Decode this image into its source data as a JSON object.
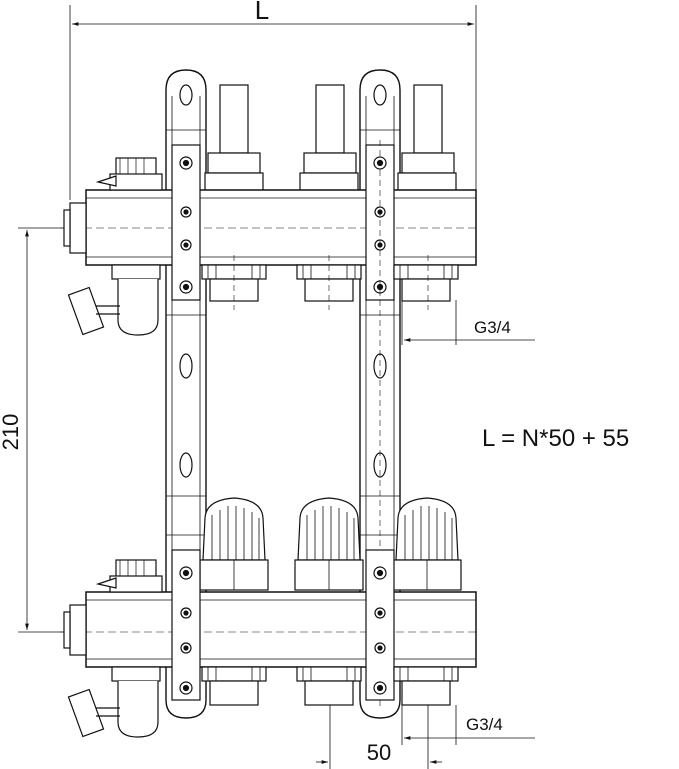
{
  "dimensions": {
    "length_label": "L",
    "height_label": "210",
    "spacing_label": "50",
    "thread_top_label": "G3/4",
    "thread_bottom_label": "G3/4"
  },
  "formula": "L = N*50 + 55",
  "colors": {
    "line": "#111111",
    "background": "#ffffff"
  }
}
